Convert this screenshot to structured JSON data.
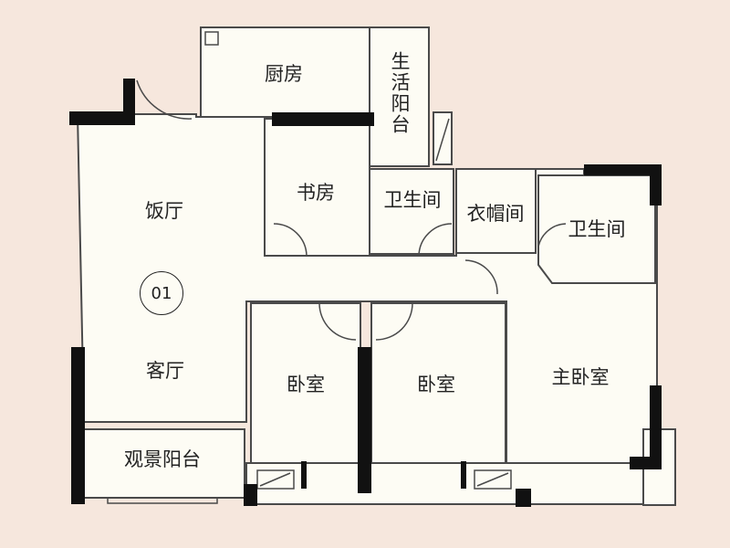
{
  "unit_badge": "01",
  "rooms": {
    "kitchen": "厨房",
    "utility_balcony": "生活阳台",
    "study": "书房",
    "bathroom_1": "卫生间",
    "walk_in_closet": "衣帽间",
    "bathroom_2": "卫生间",
    "dining_room": "饭厅",
    "living_room": "客厅",
    "bedroom_1": "卧室",
    "bedroom_2": "卧室",
    "master_bedroom": "主卧室",
    "view_balcony": "观景阳台"
  },
  "colors": {
    "background": "#f6e7dd",
    "floor": "#fdfcf4",
    "wall": "#111111",
    "line": "#4a4a4a"
  }
}
